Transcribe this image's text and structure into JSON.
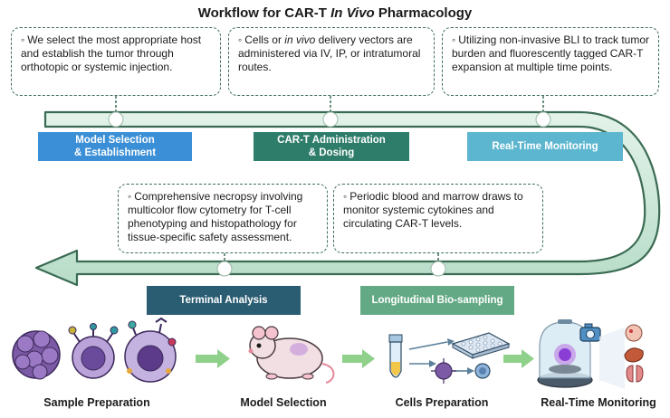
{
  "title_prefix": "Workflow for CAR-T ",
  "title_italic": "In Vivo",
  "title_suffix": " Pharmacology",
  "top_boxes": [
    {
      "text": "We select the most appropriate host and establish the tumor through orthotopic or systemic injection."
    },
    {
      "text_a": "Cells or ",
      "text_italic": "in vivo",
      "text_b": " delivery vectors are administered via IV, IP, or intratumoral routes."
    },
    {
      "text": "Utilizing non-invasive BLI to track tumor burden and fluorescently tagged CAR-T expansion at multiple time points."
    }
  ],
  "middle_boxes": [
    {
      "text": "Comprehensive necropsy involving multicolor flow cytometry for T-cell phenotyping and histopathology for tissue-specific safety assessment."
    },
    {
      "text": "Periodic blood and marrow draws to monitor systemic cytokines and circulating CAR-T levels."
    }
  ],
  "stage_labels": {
    "model_selection": "Model Selection\n& Establishment",
    "car_t_administration": "CAR-T Administration\n& Dosing",
    "real_time_monitoring": "Real-Time Monitoring",
    "terminal_analysis": "Terminal Analysis",
    "longitudinal_biosampling": "Longitudinal Bio-sampling"
  },
  "bottom_steps": [
    "Sample Preparation",
    "Model Selection",
    "Cells Preparation",
    "Real-Time Monitoring"
  ],
  "colors": {
    "band": "#4e8f6f",
    "band_light": "#cfe9dc",
    "model_selection": "#3b8fd6",
    "car_t_administration": "#2e7c6a",
    "real_time_monitoring": "#5cb6cf",
    "terminal_analysis": "#2a5c72",
    "longitudinal_biosampling": "#64a985",
    "step_arrow": "#8fd08a"
  },
  "icons": [
    "cancer-cell-icon",
    "dendritic-cell-icon",
    "stromal-cell-icon",
    "mouse-icon",
    "test-tube-icon",
    "well-plate-icon",
    "t-cell-icon",
    "imaging-chamber-icon",
    "camera-icon",
    "organs-icon"
  ]
}
